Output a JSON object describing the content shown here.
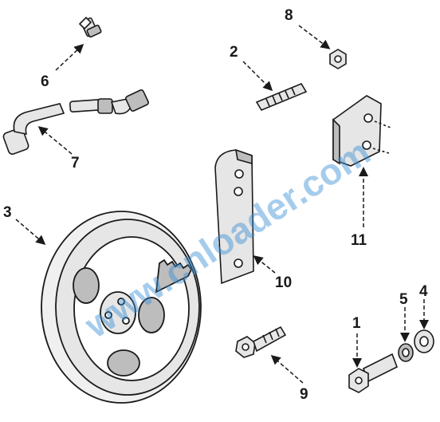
{
  "callouts": {
    "c1": "1",
    "c2": "2",
    "c3": "3",
    "c4": "4",
    "c5": "5",
    "c6": "6",
    "c7": "7",
    "c8": "8",
    "c9": "9",
    "c10": "10",
    "c11": "11"
  },
  "watermark": "www.cnloader.com",
  "colors": {
    "line": "#1a1a1a",
    "fill_light": "#e6e6e6",
    "fill_mid": "#bdbdbd",
    "watermark": "#3b8fd6"
  }
}
